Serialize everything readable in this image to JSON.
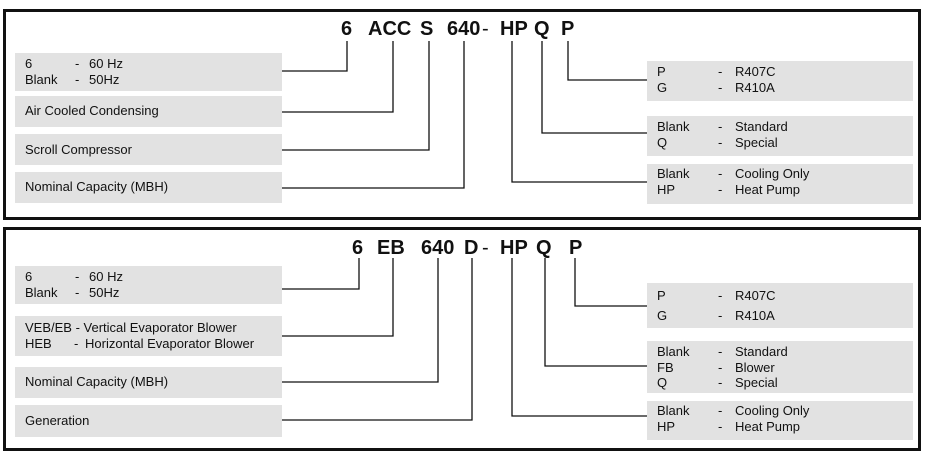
{
  "panel1": {
    "code": {
      "c0": "6",
      "c1": "ACC",
      "c2": "S",
      "c3": "640",
      "dash": "-",
      "c4": "HP",
      "c5": "Q",
      "c6": "P"
    },
    "freq": {
      "r1k": "6",
      "r1d": "-",
      "r1v": "60 Hz",
      "r2k": "Blank",
      "r2d": "-",
      "r2v": "50Hz"
    },
    "condensing": "Air Cooled Condensing",
    "compressor": "Scroll Compressor",
    "capacity": "Nominal Capacity (MBH)",
    "refrig": {
      "r1k": "P",
      "r1d": "-",
      "r1v": "R407C",
      "r2k": "G",
      "r2d": "-",
      "r2v": "R410A"
    },
    "special": {
      "r1k": "Blank",
      "r1d": "-",
      "r1v": "Standard",
      "r2k": "Q",
      "r2d": "-",
      "r2v": "Special"
    },
    "mode": {
      "r1k": "Blank",
      "r1d": "-",
      "r1v": "Cooling Only",
      "r2k": "HP",
      "r2d": "-",
      "r2v": "Heat Pump"
    }
  },
  "panel2": {
    "code": {
      "c0": "6",
      "c1": "EB",
      "c2": "640",
      "c3": "D",
      "dash": "-",
      "c4": "HP",
      "c5": "Q",
      "c6": "P"
    },
    "freq": {
      "r1k": "6",
      "r1d": "-",
      "r1v": "60 Hz",
      "r2k": "Blank",
      "r2d": "-",
      "r2v": "50Hz"
    },
    "blower": {
      "r1": "VEB/EB - Vertical Evaporator Blower",
      "r2k": "HEB",
      "r2d": "-",
      "r2v": "Horizontal Evaporator Blower"
    },
    "capacity": "Nominal Capacity (MBH)",
    "generation": "Generation",
    "refrig": {
      "r1k": "P",
      "r1d": "-",
      "r1v": "R407C",
      "r2k": "G",
      "r2d": "-",
      "r2v": "R410A"
    },
    "special": {
      "r1k": "Blank",
      "r1d": "-",
      "r1v": "Standard",
      "r2k": "FB",
      "r2d": "-",
      "r2v": "Blower",
      "r3k": "Q",
      "r3d": "-",
      "r3v": "Special"
    },
    "mode": {
      "r1k": "Blank",
      "r1d": "-",
      "r1v": "Cooling Only",
      "r2k": "HP",
      "r2d": "-",
      "r2v": "Heat Pump"
    }
  }
}
